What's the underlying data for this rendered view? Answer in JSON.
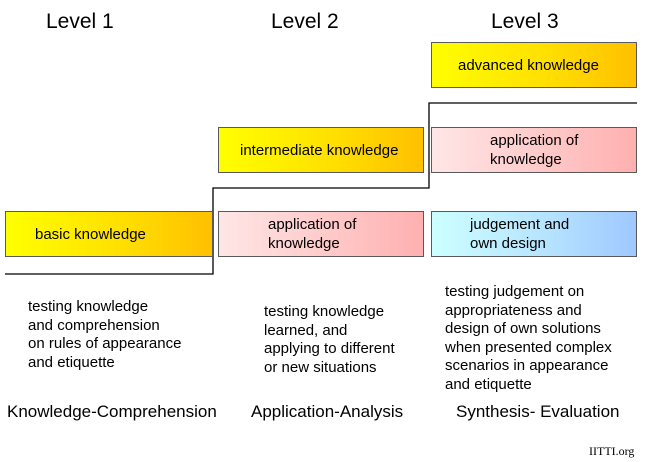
{
  "levels": [
    {
      "title": "Level 1",
      "boxes": [
        "basic knowledge"
      ],
      "description": "testing knowledge\nand comprehension\non rules of appearance\nand etiquette",
      "footer": "Knowledge-Comprehension"
    },
    {
      "title": "Level 2",
      "boxes": [
        "intermediate knowledge",
        "application of\nknowledge"
      ],
      "description": "testing knowledge\nlearned, and\napplying to different\nor new situations",
      "footer": "Application-Analysis"
    },
    {
      "title": "Level 3",
      "boxes": [
        "advanced knowledge",
        "application of\nknowledge",
        "judgement and\nown design"
      ],
      "description": "testing judgement on\nappropriateness and\ndesign of own solutions\nwhen presented complex\nscenarios in appearance\nand etiquette",
      "footer": "Synthesis- Evaluation"
    }
  ],
  "credit": "IITTI.org",
  "colors": {
    "knowledge_box": "#ffe000",
    "application_box": "#ffc6c6",
    "judgement_box": "#b6e4ff",
    "step_line": "#000000"
  }
}
